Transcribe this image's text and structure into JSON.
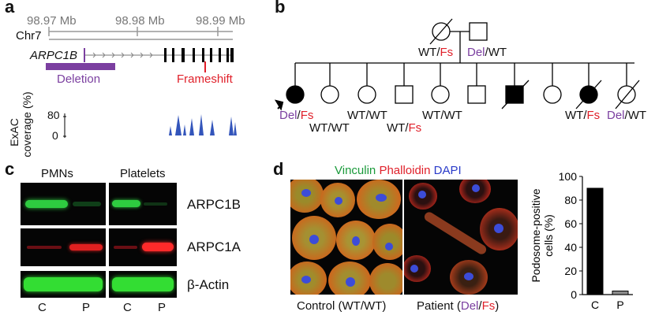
{
  "panel_a": {
    "letter": "a",
    "ticks": [
      "98.97 Mb",
      "98.98 Mb",
      "98.99 Mb"
    ],
    "chrom": "Chr7",
    "gene": "ARPC1B",
    "deletion_label": "Deletion",
    "frameshift_label": "Frameshift",
    "ylabel_line1": "ExAC",
    "ylabel_line2": "coverage (%)",
    "ytick_top": "80",
    "ytick_bottom": "0"
  },
  "panel_b": {
    "letter": "b",
    "father_genotype": {
      "a": "WT",
      "sep": "/",
      "b": "Fs"
    },
    "mother_genotype": {
      "a": "Del",
      "sep": "/",
      "b": "WT"
    },
    "children": [
      {
        "a": "Del",
        "sep": "/",
        "b": "Fs"
      },
      {
        "text": "WT/WT"
      },
      {
        "text": "WT/WT"
      },
      {
        "a": "WT",
        "sep": "/",
        "b": "Fs"
      },
      {
        "text": "WT/WT"
      },
      {
        "a": "WT",
        "sep": "/",
        "b": "Fs"
      },
      {
        "a": "Del",
        "sep": "/",
        "b": "WT"
      }
    ]
  },
  "panel_c": {
    "letter": "c",
    "col_group_1": "PMNs",
    "col_group_2": "Platelets",
    "rows": [
      "ARPC1B",
      "ARPC1A",
      "β-Actin"
    ],
    "lanes": [
      "C",
      "P",
      "C",
      "P"
    ]
  },
  "panel_d": {
    "letter": "d",
    "stain_vinculin": "Vinculin",
    "stain_phalloidin": "Phalloidin",
    "stain_dapi": "DAPI",
    "control_caption": "Control (WT/WT)",
    "patient_caption_pre": "Patient (",
    "patient_caption_del": "Del",
    "patient_caption_sep": "/",
    "patient_caption_fs": "Fs",
    "patient_caption_post": ")"
  },
  "chart_data": {
    "type": "bar",
    "categories": [
      "C",
      "P"
    ],
    "values": [
      90,
      3
    ],
    "ylabel": "Podosome-positive cells (%)",
    "ylim": [
      0,
      100
    ],
    "yticks": [
      "0",
      "20",
      "40",
      "60",
      "80",
      "100"
    ],
    "colors": [
      "#000000",
      "#8c8c8c"
    ]
  }
}
